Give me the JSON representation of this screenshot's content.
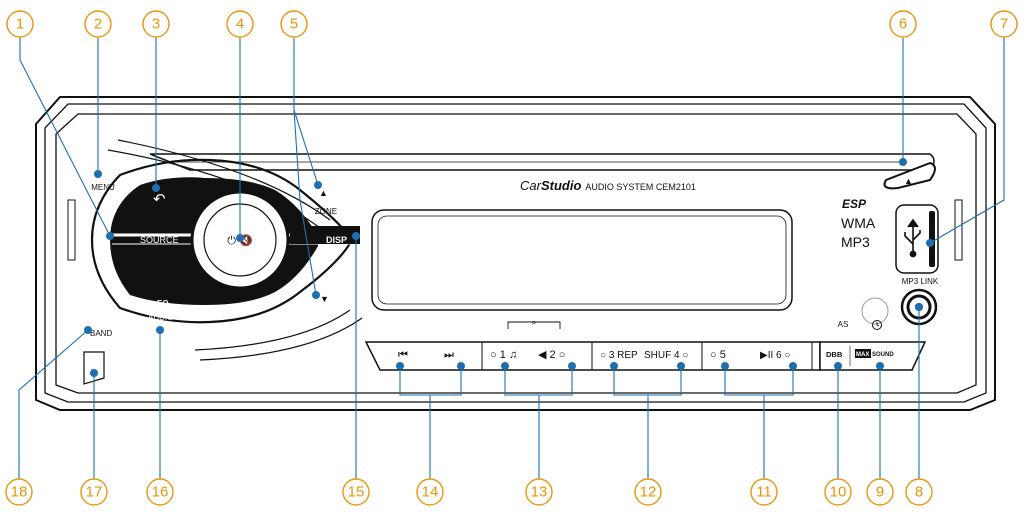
{
  "callouts": [
    "1",
    "2",
    "3",
    "4",
    "5",
    "6",
    "7",
    "8",
    "9",
    "10",
    "11",
    "12",
    "13",
    "14",
    "15",
    "16",
    "17",
    "18"
  ],
  "device": {
    "brand_prefix": "Car",
    "brand_name": "Studio",
    "model_text": "AUDIO SYSTEM CEM2101",
    "badges": {
      "esp": "ESP",
      "wma": "WMA",
      "mp3": "MP3"
    },
    "mp3_link": "MP3 LINK",
    "as_label": "AS",
    "search_glyph": "⌕",
    "buttons": {
      "menu": "MENU",
      "back": "↶",
      "power_mute": "⏻ 🔇",
      "zone": "ZONE",
      "zone_up": "▲",
      "source": "SOURCE",
      "disp": "DISP",
      "down": "▼",
      "eq": "EQ",
      "audio": "AUDIO",
      "band": "BAND",
      "eject_small": "▲",
      "eject": "▲",
      "prev": "⏮",
      "next": "⏭",
      "preset1": "○ 1 ♫",
      "preset2": "◀ 2 ○",
      "preset3": "○ 3 REP",
      "preset4": "SHUF 4 ○",
      "preset5": "○ 5",
      "preset6": "▶II 6 ○",
      "dbb": "DBB",
      "maxsound_max": "MAX",
      "maxsound_sound": "SOUND"
    }
  },
  "colors": {
    "callout": "#e8960c",
    "dot": "#1f6fb0",
    "line": "#1f6fb0",
    "ink": "#111111"
  }
}
